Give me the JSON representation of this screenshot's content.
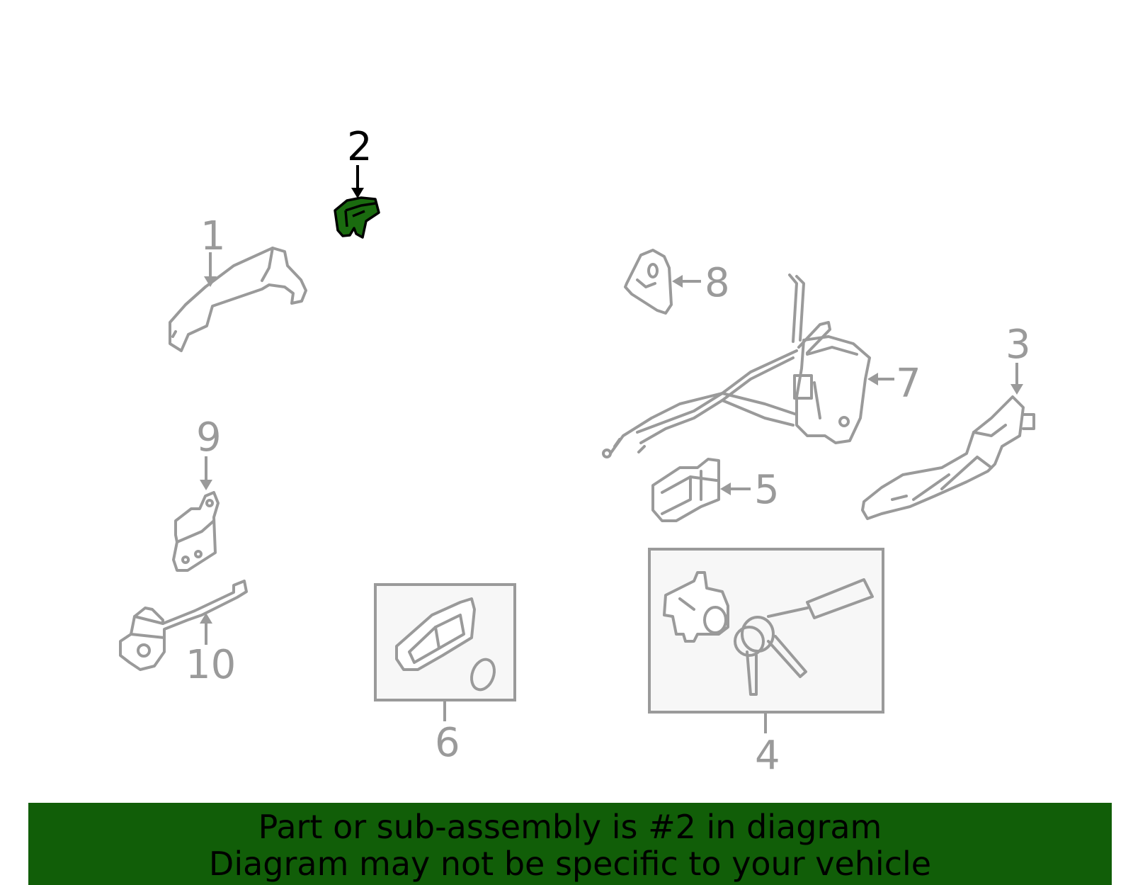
{
  "diagram": {
    "callouts": {
      "c1": "1",
      "c2": "2",
      "c3": "3",
      "c4": "4",
      "c5": "5",
      "c6": "6",
      "c7": "7",
      "c8": "8",
      "c9": "9",
      "c10": "10"
    },
    "highlighted_part": "2",
    "colors": {
      "highlight": "#1a6b0f",
      "banner": "#115e08",
      "line_art": "#9a9a9a"
    }
  },
  "banner": {
    "line1": "Part or sub-assembly is #2 in diagram",
    "line2": "Diagram may not be specific to your vehicle"
  }
}
